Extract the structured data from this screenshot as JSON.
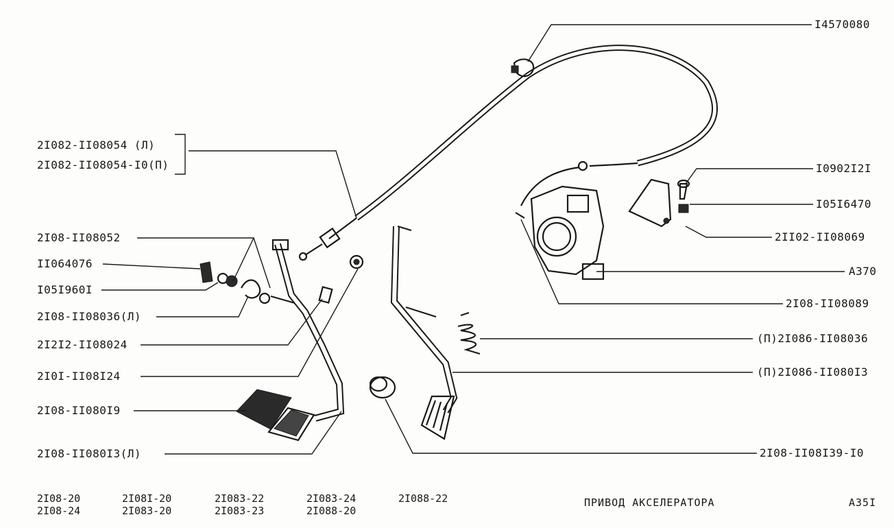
{
  "labels_left": {
    "cable_line1": "2I082-II08054   (Л)",
    "cable_line2": "2I082-II08054-I0(П)",
    "a": "2I08-II08052",
    "b": "II064076",
    "c": "I05I960I",
    "d": "2I08-II08036(Л)",
    "e": "2I2I2-II08024",
    "f": "2I0I-II08I24",
    "g": "2I08-II080I9",
    "h": "2I08-II080I3(Л)"
  },
  "labels_right": {
    "a": "I4570080",
    "b": "I0902I2I",
    "c": "I05I6470",
    "d": "2II02-II08069",
    "e": "A370",
    "f": "2I08-II08089",
    "g": "(П)2I086-II08036",
    "h": "(П)2I086-II080I3",
    "i": "2I08-II08I39-I0"
  },
  "footer": {
    "models": [
      [
        "2I08-20",
        "2I08-24"
      ],
      [
        "2I08I-20",
        "2I083-20"
      ],
      [
        "2I083-22",
        "2I083-23"
      ],
      [
        "2I083-24",
        "2I088-20"
      ],
      [
        "2I088-22",
        ""
      ]
    ],
    "title": "ПРИВОД АКСЕЛЕРАТОРА",
    "page": "A35I"
  }
}
